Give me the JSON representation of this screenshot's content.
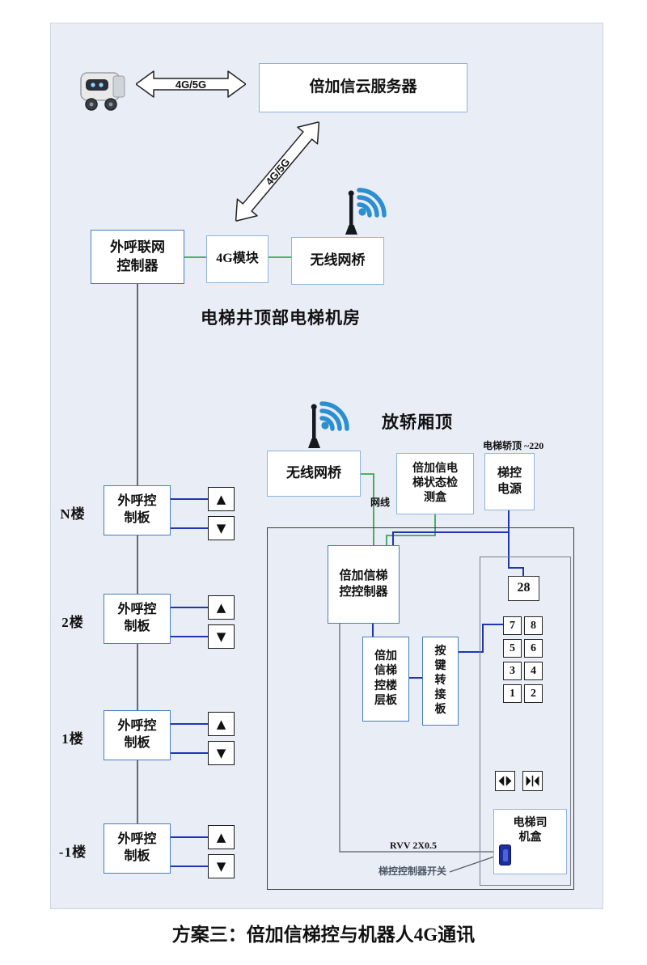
{
  "title": "方案三：倍加信梯控与机器人4G通讯",
  "colors": {
    "panel_bg": "#e9edf6",
    "box_border_blue": "#4a7cc0",
    "box_border_lightblue": "#8fb4dc",
    "line_green": "#3aa655",
    "line_blue": "#1f35b4",
    "wifi_blue": "#2c8fd0",
    "switch_blue": "#1b2f9e"
  },
  "cloud": {
    "link_label": "4G/5G",
    "server_label": "倍加信云服务器",
    "downlink_label": "4G/5G"
  },
  "machine_room": {
    "caption": "电梯井顶部电梯机房",
    "gateway_label": "外呼联网\n控制器",
    "module_label": "4G模块",
    "bridge_label": "无线网桥"
  },
  "car_top": {
    "caption": "放轿厢顶",
    "bridge_label": "无线网桥",
    "power_note": "电梯轿顶 ~220",
    "status_box_label": "倍加信电\n梯状态检\n测盒",
    "power_label": "梯控\n电源",
    "net_cable_label": "网线",
    "controller_label": "倍加信梯\n控控制器",
    "floor_board_label": "倍加\n信梯\n控楼\n层板",
    "key_adapter_label": "按\n键\n转\n接\n板",
    "display_value": "28",
    "button_rows": [
      [
        "7",
        "8"
      ],
      [
        "5",
        "6"
      ],
      [
        "3",
        "4"
      ],
      [
        "1",
        "2"
      ]
    ],
    "driver_box_label": "电梯司\n机盒",
    "cable_label": "RVV 2X0.5",
    "switch_label": "梯控控制器开关"
  },
  "floors": [
    {
      "label": "N楼",
      "board_label": "外呼控\n制板"
    },
    {
      "label": "2楼",
      "board_label": "外呼控\n制板"
    },
    {
      "label": "1楼",
      "board_label": "外呼控\n制板"
    },
    {
      "label": "-1楼",
      "board_label": "外呼控\n制板"
    }
  ]
}
